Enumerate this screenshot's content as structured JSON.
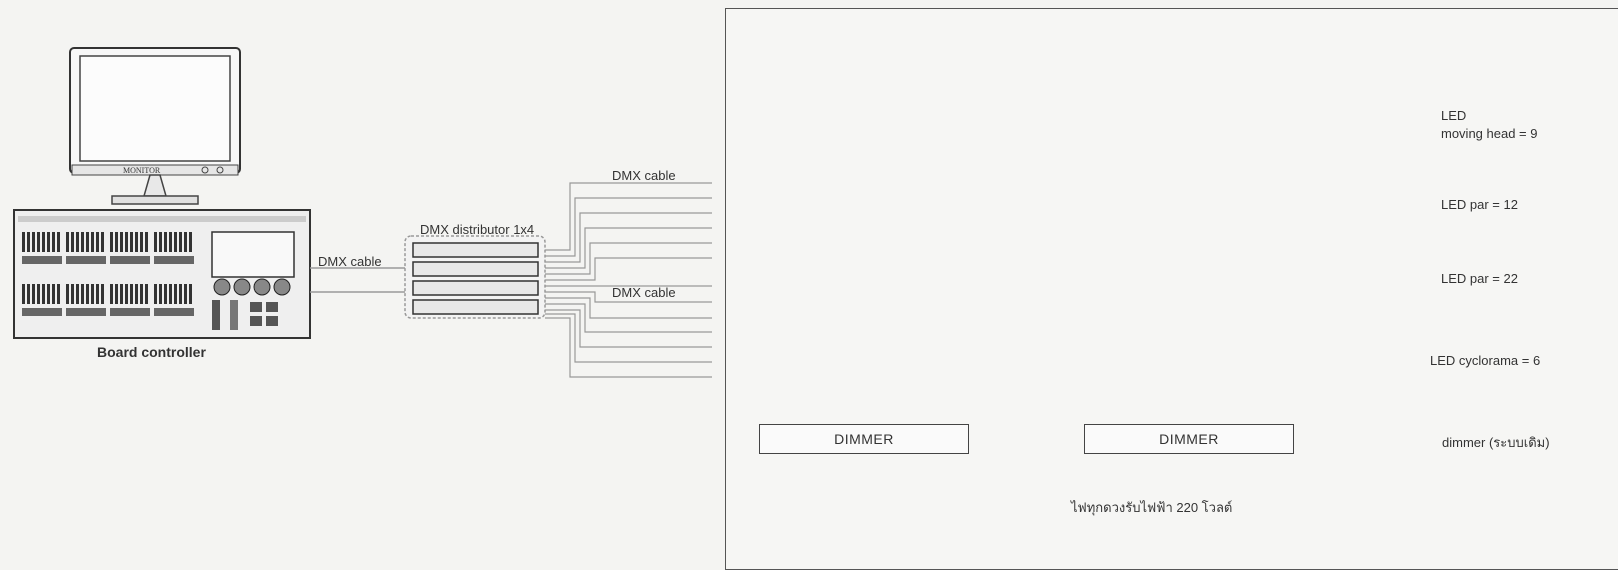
{
  "monitor": {
    "brand": "MONITOR"
  },
  "controller": {
    "caption": "Board controller"
  },
  "cable_label_1": "DMX cable",
  "distributor": {
    "label": "DMX distributor 1x4"
  },
  "cable_label_2": "DMX cable",
  "cable_label_3": "DMX cable",
  "fixtures": [
    {
      "line1": "LED",
      "line2": "moving head = 9"
    },
    {
      "label": "LED par = 12"
    },
    {
      "label": "LED par = 22"
    },
    {
      "label": "LED cyclorama = 6"
    }
  ],
  "dimmers": [
    "DIMMER",
    "DIMMER"
  ],
  "dimmer_note": "dimmer (ระบบเดิม)",
  "power_note": "ไฟทุกดวงรับไฟฟ้า 220 โวลต์"
}
